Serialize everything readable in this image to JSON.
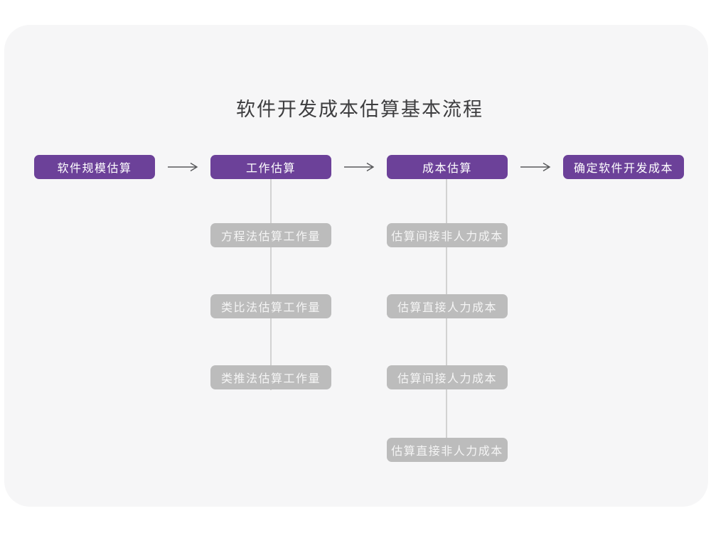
{
  "title": "软件开发成本估算基本流程",
  "flow": {
    "steps": [
      {
        "label": "软件规模估算"
      },
      {
        "label": "工作估算",
        "children": [
          "方程法估算工作量",
          "类比法估算工作量",
          "类推法估算工作量"
        ]
      },
      {
        "label": "成本估算",
        "children": [
          "估算间接非人力成本",
          "估算直接人力成本",
          "估算间接人力成本",
          "估算直接非人力成本"
        ]
      },
      {
        "label": "确定软件开发成本"
      }
    ]
  },
  "colors": {
    "primary_node": "#6C4199",
    "secondary_node": "#BCBCBC",
    "card_background": "#F6F6F7",
    "arrow": "#58595B",
    "connector_line": "#D2D2D2",
    "title_text": "#3D3D3F"
  }
}
